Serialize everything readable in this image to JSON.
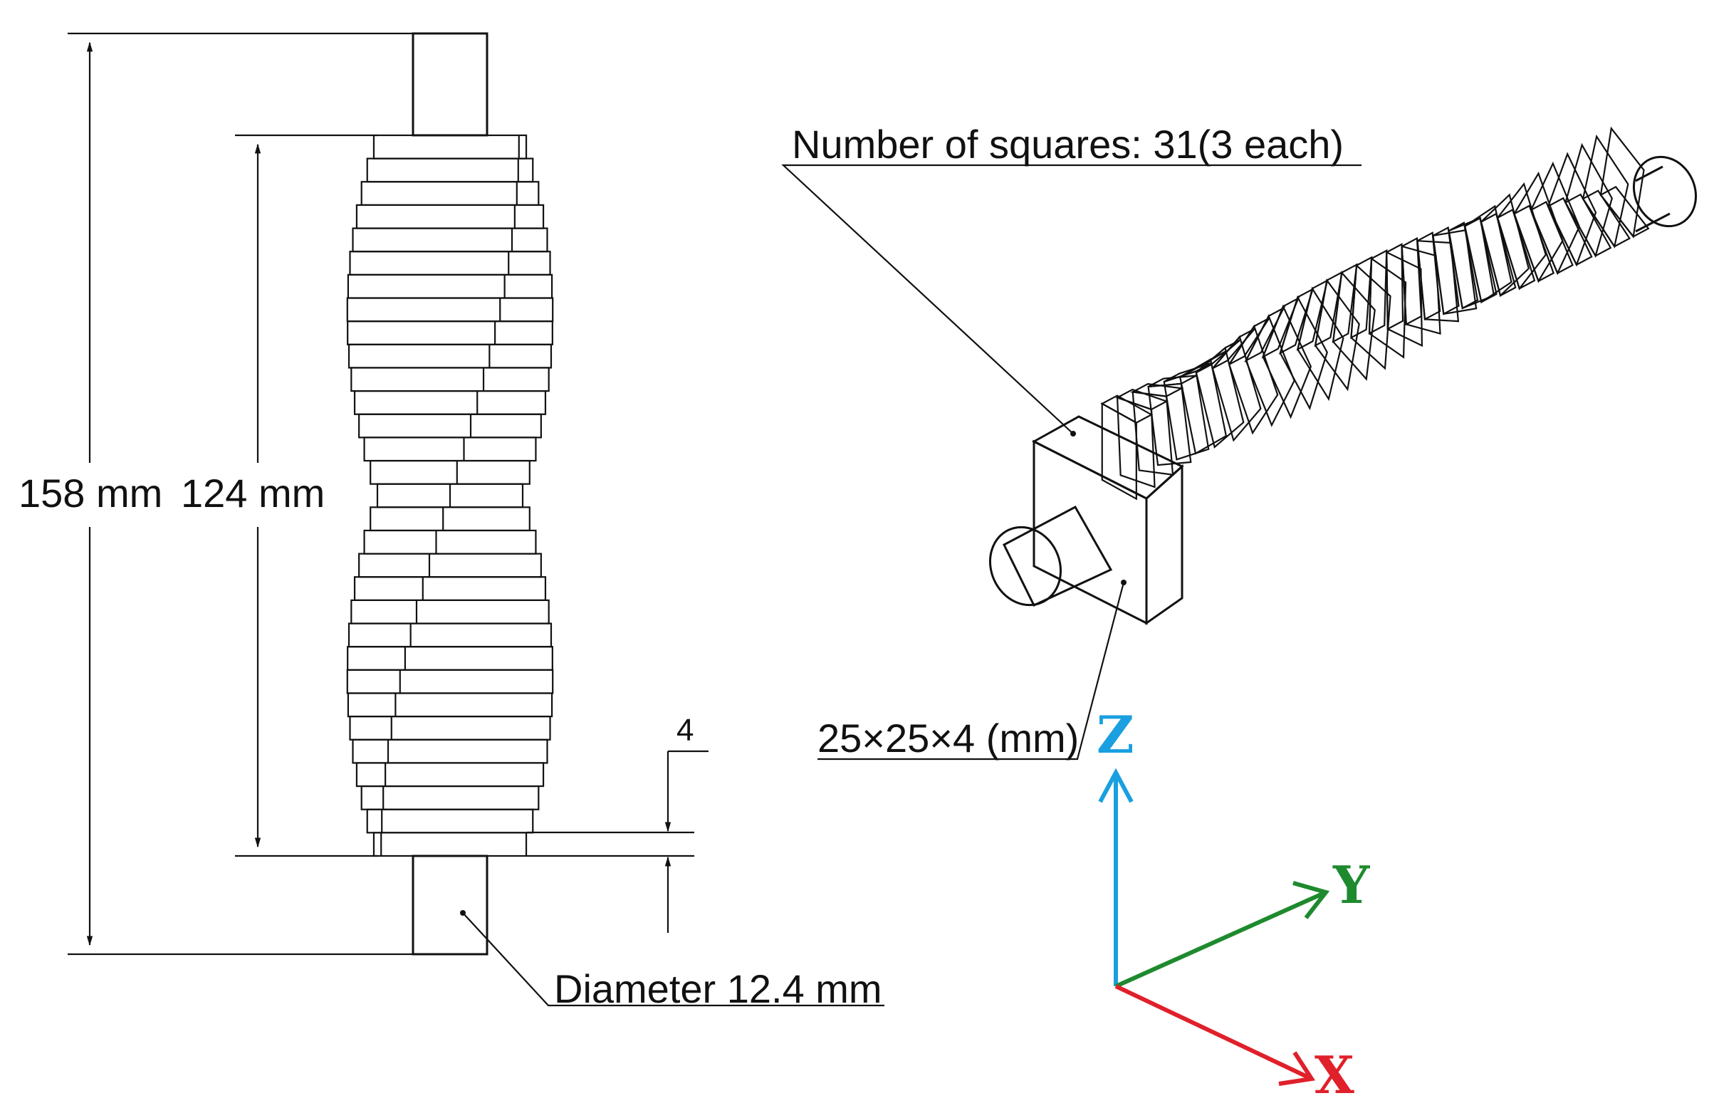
{
  "front_view": {
    "overall_length": "158 mm",
    "stack_length": "124 mm",
    "plate_thickness": "4",
    "shaft_diameter": "Diameter 12.4 mm"
  },
  "iso_view": {
    "plate_count_label": "Number of squares: 31(3 each)",
    "plate_size_label": "25×25×4 (mm)"
  },
  "axes": {
    "z_label": "Z",
    "y_label": "Y",
    "x_label": "X",
    "colors": {
      "z": "#1a9fe0",
      "y": "#1e8a2e",
      "x": "#e0202a"
    }
  }
}
